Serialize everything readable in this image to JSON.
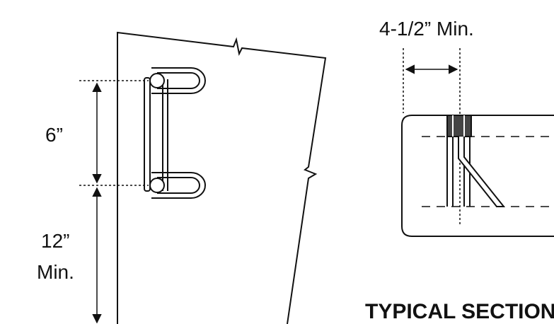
{
  "left_view": {
    "spacing_label": "6”",
    "edge_label_line1": "12”",
    "edge_label_line2": "Min."
  },
  "section_view": {
    "width_label": "4-1/2” Min.",
    "title": "TYPICAL SECTION"
  },
  "colors": {
    "line": "#111111",
    "background": "#ffffff"
  }
}
